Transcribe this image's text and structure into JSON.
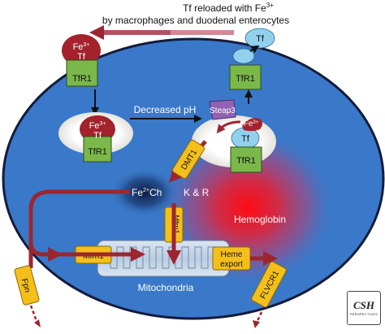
{
  "top_caption": {
    "line1": "Tf reloaded with Fe",
    "line1_sup": "3+",
    "line2": "by macrophages and duodenal enterocytes"
  },
  "complexes": {
    "fe_label": "Fe",
    "fe_sup": "3+",
    "tf_label": "Tf",
    "tfr1_label": "TfR1"
  },
  "endosome": {
    "decreased_ph": "Decreased pH",
    "steap3": "Steap3",
    "fe2_label": "Fe",
    "fe2_sup": "2+",
    "dmt1": "DMT1"
  },
  "cytoplasm": {
    "chaperone_main": "Fe",
    "chaperone_sup": "2+",
    "chaperone_suffix": "Ch",
    "kr_label": "K & R",
    "hemoglobin": "Hemoglobin"
  },
  "transporters": {
    "mfrn1_inner": "Mfrn1",
    "mfrn1_outer": "Mfrn1",
    "heme_export_line1": "Heme",
    "heme_export_line2": "export",
    "fpn": "Fpn",
    "flvcr1": "FLVCR1"
  },
  "mitochondria_label": "Mitochondria",
  "badge": {
    "main": "CSH",
    "sub": "PERSPECTIVES"
  },
  "colors": {
    "cell": "#3a78c9",
    "cell_border": "#141c3a",
    "transferrin_red": "#a3222c",
    "receptor_green": "#7ab84a",
    "transporter_yellow": "#f5bf1b",
    "steap3_purple": "#8f62b4",
    "apo_tf_blue": "#92d1ee",
    "arrow_red": "#9c2630"
  }
}
